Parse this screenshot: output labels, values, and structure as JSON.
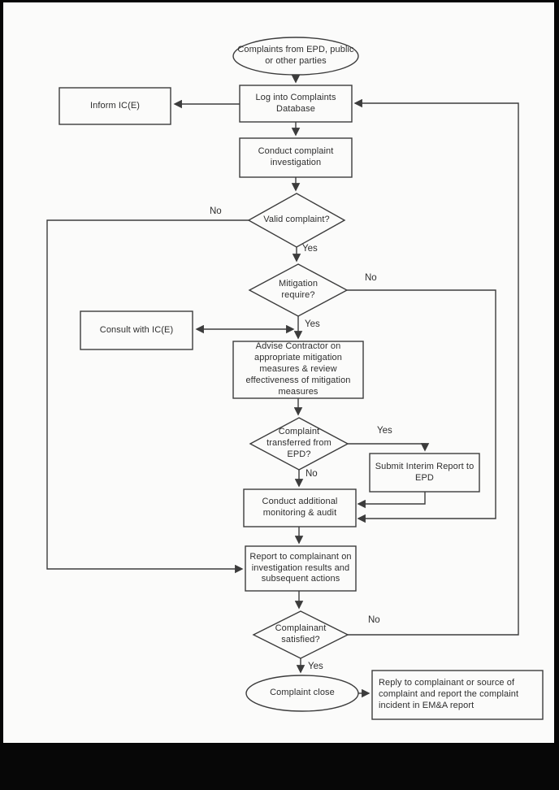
{
  "page": {
    "colors": {
      "frame": "#070707",
      "paper": "#fbfbfa",
      "line": "#3c3c3c",
      "ink": "#2e2e2e"
    }
  },
  "nodes": {
    "start": {
      "type": "terminator-ellipse",
      "text": "Complaints from EPD, public or other parties"
    },
    "log": {
      "type": "process",
      "text": "Log into Complaints Database"
    },
    "inform": {
      "type": "process",
      "text": "Inform IC(E)"
    },
    "investigate": {
      "type": "process",
      "text": "Conduct complaint investigation"
    },
    "valid": {
      "type": "decision",
      "text": "Valid complaint?"
    },
    "mitigation": {
      "type": "decision",
      "text": "Mitigation require?"
    },
    "consult": {
      "type": "process",
      "text": "Consult with IC(E)"
    },
    "advise": {
      "type": "process",
      "text": "Advise Contractor on appropriate mitigation measures & review effectiveness of mitigation measures"
    },
    "transferred": {
      "type": "decision",
      "text": "Complaint transferred from EPD?"
    },
    "submit": {
      "type": "process",
      "text": "Submit Interim Report to EPD"
    },
    "monitor": {
      "type": "process",
      "text": "Conduct additional monitoring & audit"
    },
    "report": {
      "type": "process",
      "text": "Report to complainant on investigation results and subsequent actions"
    },
    "satisfied": {
      "type": "decision",
      "text": "Complainant satisfied?"
    },
    "close": {
      "type": "terminator-ellipse",
      "text": "Complaint close"
    },
    "reply": {
      "type": "process",
      "text": "Reply to complainant or source of complaint and report the complaint incident in EM&A report"
    }
  },
  "edge_labels": {
    "valid_no": "No",
    "valid_yes": "Yes",
    "mitigation_no": "No",
    "mitigation_yes": "Yes",
    "transferred_yes": "Yes",
    "transferred_no": "No",
    "satisfied_no": "No",
    "satisfied_yes": "Yes"
  },
  "edges": [
    {
      "from": "start",
      "to": "log",
      "label": ""
    },
    {
      "from": "log",
      "to": "inform",
      "label": ""
    },
    {
      "from": "log",
      "to": "investigate",
      "label": ""
    },
    {
      "from": "investigate",
      "to": "valid",
      "label": ""
    },
    {
      "from": "valid",
      "to": "mitigation",
      "label": "Yes"
    },
    {
      "from": "valid",
      "to": "report",
      "label": "No"
    },
    {
      "from": "mitigation",
      "to": "advise",
      "label": "Yes"
    },
    {
      "from": "mitigation",
      "to": "monitor",
      "label": "No"
    },
    {
      "from": "consult",
      "to": "advise",
      "label": "",
      "bidirectional": true
    },
    {
      "from": "advise",
      "to": "transferred",
      "label": ""
    },
    {
      "from": "transferred",
      "to": "submit",
      "label": "Yes"
    },
    {
      "from": "transferred",
      "to": "monitor",
      "label": "No"
    },
    {
      "from": "submit",
      "to": "monitor",
      "label": ""
    },
    {
      "from": "monitor",
      "to": "report",
      "label": ""
    },
    {
      "from": "report",
      "to": "satisfied",
      "label": ""
    },
    {
      "from": "satisfied",
      "to": "log",
      "label": "No"
    },
    {
      "from": "satisfied",
      "to": "close",
      "label": "Yes"
    },
    {
      "from": "close",
      "to": "reply",
      "label": ""
    }
  ]
}
